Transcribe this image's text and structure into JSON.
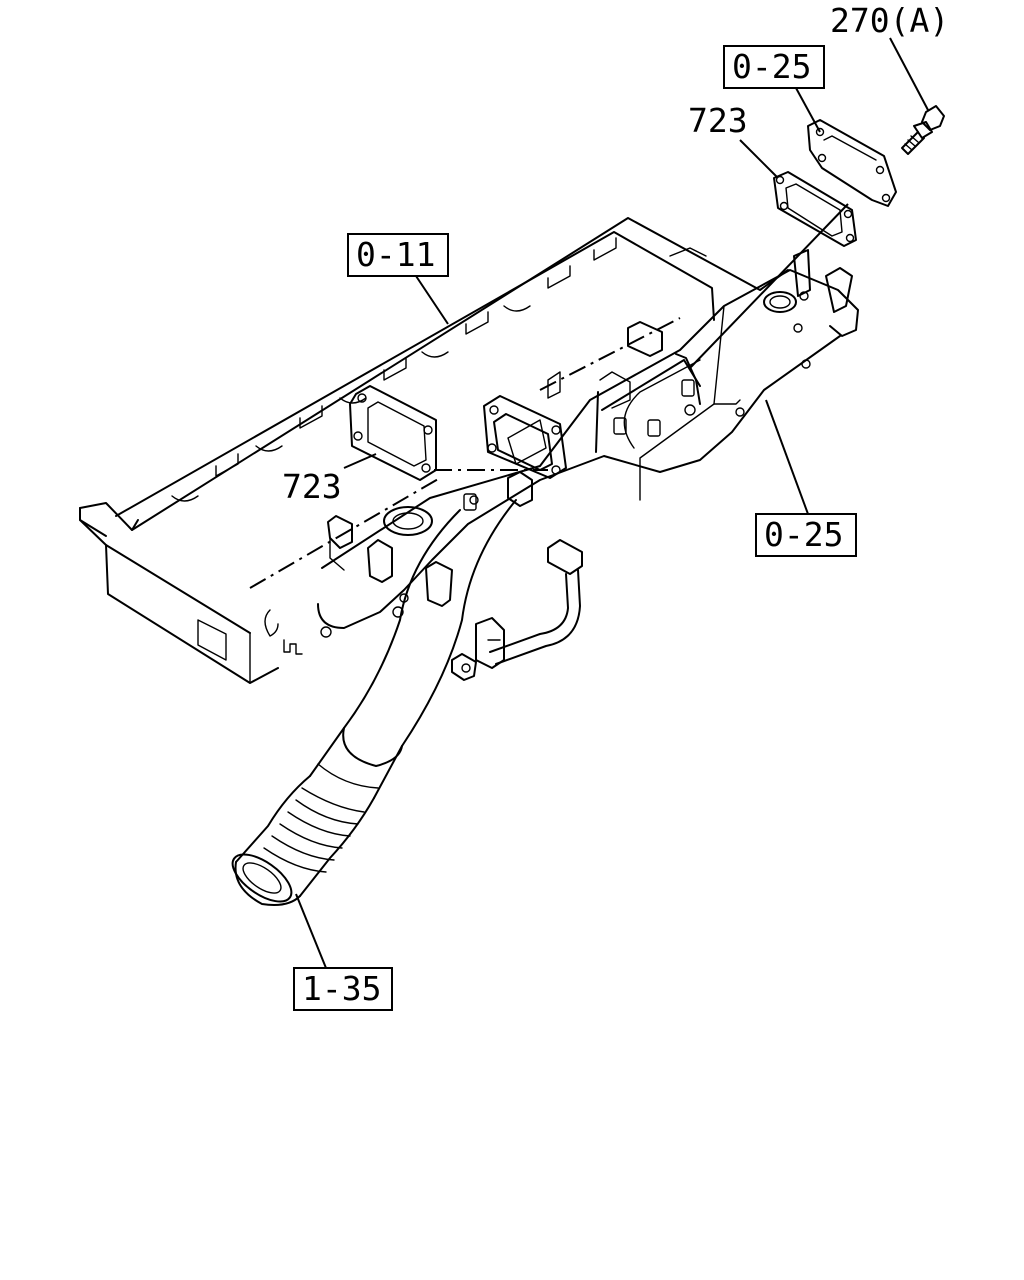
{
  "diagram": {
    "callouts": {
      "bolt": "270(A)",
      "ref_top_box": "0-25",
      "gasket_top": "723",
      "ref_head_box": "0-11",
      "gasket_left": "723",
      "ref_right_box": "0-25",
      "ref_bottom_box": "1-35"
    },
    "parts": [
      "cylinder-head",
      "intake-manifold",
      "inlet-pipe",
      "flexible-bellows",
      "gasket",
      "cover-plate",
      "flange-bolt",
      "egr-tube"
    ]
  }
}
